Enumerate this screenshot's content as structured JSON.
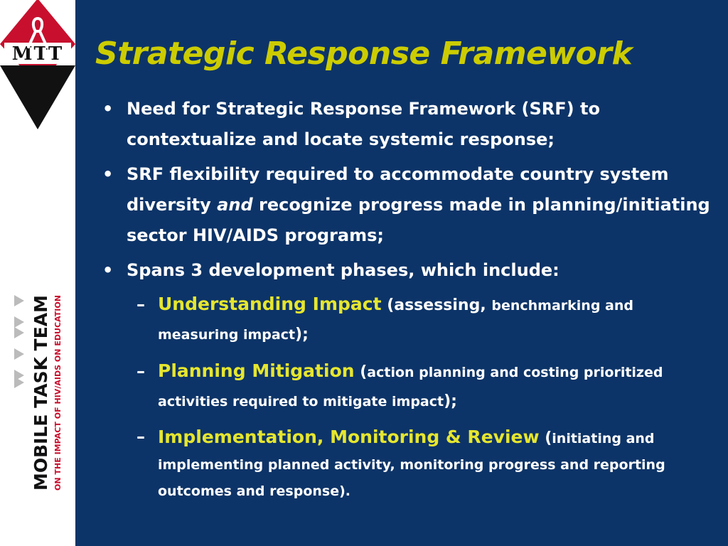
{
  "slide": {
    "title": "Strategic Response Framework",
    "bullets": [
      {
        "text": "Need for Strategic Response Framework (SRF) to contextualize and locate systemic response;"
      },
      {
        "text_pre": "SRF flexibility required to accommodate country system diversity ",
        "text_em": "and",
        "text_post": " recognize progress made in planning/initiating sector HIV/AIDS programs;"
      },
      {
        "text": "Spans 3 development phases, which include:"
      }
    ],
    "sub_items": [
      {
        "heading": "Understanding Impact",
        "open": " (assessing, ",
        "detail": "benchmarking and measuring impact",
        "close": ");"
      },
      {
        "heading": "Planning Mitigation",
        "open": " (",
        "detail": "action planning and costing prioritized activities required to mitigate impact",
        "close": ");"
      },
      {
        "heading": "Implementation, Monitoring & Review",
        "open": " (",
        "detail": "initiating and implementing planned activity, monitoring progress and reporting outcomes and response",
        "close": ")."
      }
    ],
    "bullet_glyph": "•",
    "dash_glyph": "–"
  },
  "branding": {
    "logo_text": "MTT",
    "org_name": "MOBILE TASK TEAM",
    "org_tagline": "ON THE IMPACT OF HIV/AIDS ON EDUCATION"
  },
  "colors": {
    "background": "#0d3468",
    "title": "#cccc00",
    "highlight": "#e6e62e",
    "body": "#ffffff",
    "logo_red": "#c8102e",
    "tagline_red": "#c8102e"
  }
}
